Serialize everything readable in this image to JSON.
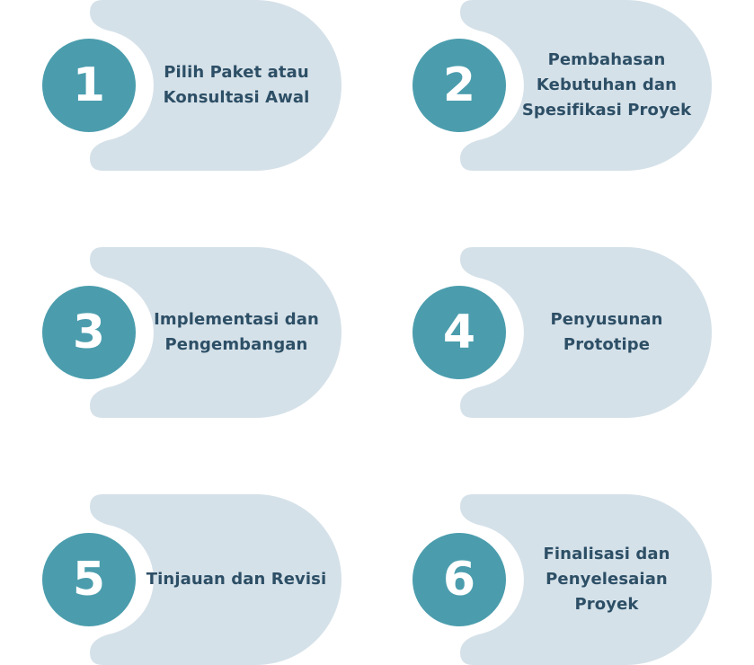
{
  "colors": {
    "blob": "#d5e1e9",
    "circle": "#4b9dad",
    "number_text": "#ffffff",
    "label_text": "#2d4f66"
  },
  "steps": [
    {
      "number": "1",
      "label": "Pilih Paket atau Konsultasi Awal"
    },
    {
      "number": "2",
      "label": "Pembahasan Kebutuhan dan Spesifikasi Proyek"
    },
    {
      "number": "3",
      "label": "Implementasi dan Pengembangan"
    },
    {
      "number": "4",
      "label": "Penyusunan Prototipe"
    },
    {
      "number": "5",
      "label": "Tinjauan dan Revisi"
    },
    {
      "number": "6",
      "label": "Finalisasi dan Penyelesaian Proyek"
    }
  ]
}
